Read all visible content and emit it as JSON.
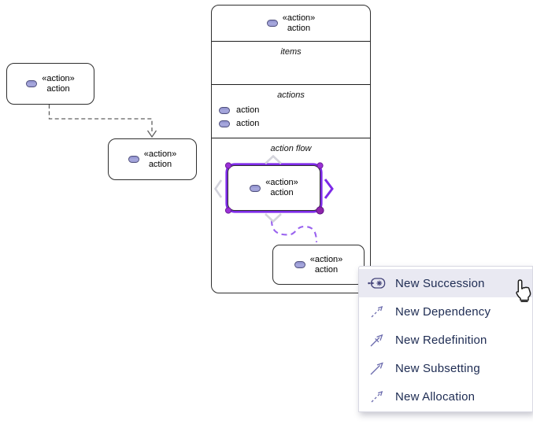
{
  "diagram": {
    "left_node": {
      "stereotype": "«action»",
      "name": "action"
    },
    "mid_node": {
      "stereotype": "«action»",
      "name": "action"
    },
    "container": {
      "header": {
        "stereotype": "«action»",
        "name": "action"
      },
      "items_label": "items",
      "actions_label": "actions",
      "action_rows": [
        {
          "name": "action"
        },
        {
          "name": "action"
        }
      ],
      "action_flow_label": "action flow",
      "flow_node": {
        "stereotype": "«action»",
        "name": "action"
      },
      "bottom_node": {
        "stereotype": "«action»",
        "name": "action"
      }
    }
  },
  "context_menu": {
    "items": [
      {
        "label": "New Succession",
        "icon": "succession-icon",
        "highlighted": true
      },
      {
        "label": "New Dependency",
        "icon": "dependency-arrow-icon",
        "highlighted": false
      },
      {
        "label": "New Redefinition",
        "icon": "redefinition-arrow-icon",
        "highlighted": false
      },
      {
        "label": "New Subsetting",
        "icon": "subsetting-arrow-icon",
        "highlighted": false
      },
      {
        "label": "New Allocation",
        "icon": "allocation-arrow-icon",
        "highlighted": false
      }
    ]
  },
  "colors": {
    "selection": "#7d2ae8",
    "handle": "#9b30d6",
    "pill_fill": "#a2a3da",
    "pill_border": "#50507c",
    "menu_text": "#1d2b52",
    "menu_highlight": "#e9e9f2",
    "menu_icon": "#6c6cae",
    "connector_gray": "#5f5f5f",
    "connector_purple": "#9a63ef"
  }
}
